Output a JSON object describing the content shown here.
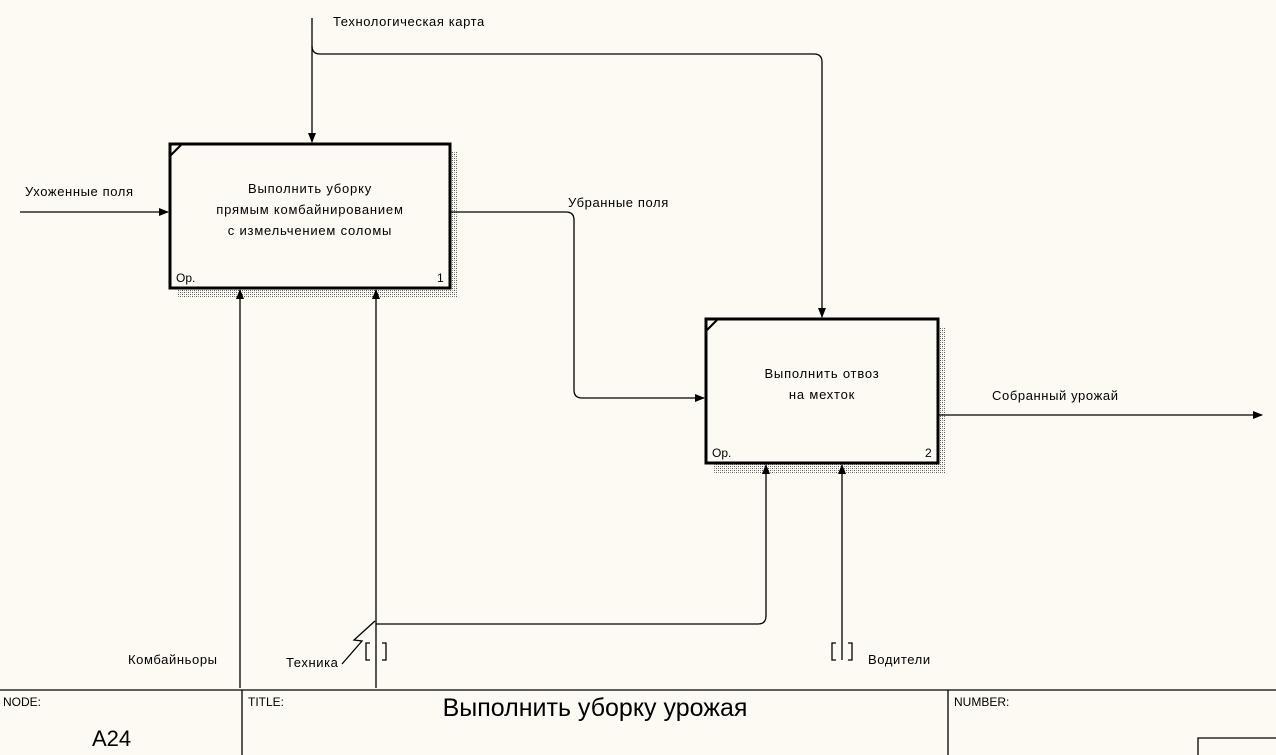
{
  "boxes": [
    {
      "title": "Выполнить уборку\nпрямым комбайнированием\nс измельчением соломы",
      "op": "Ор.",
      "number": "1"
    },
    {
      "title": "Выполнить отвоз\nна мехток",
      "op": "Ор.",
      "number": "2"
    }
  ],
  "arrows": {
    "control": "Технологическая карта",
    "input": "Ухоженные поля",
    "intermediate": "Убранные поля",
    "output": "Собранный урожай",
    "mech1": "Комбайньоры",
    "mech2": "Техника",
    "mech3": "Водители"
  },
  "frame": {
    "node_label": "NODE:",
    "node_value": "A24",
    "title_label": "TITLE:",
    "title_value": "Выполнить уборку урожая",
    "number_label": "NUMBER:"
  }
}
